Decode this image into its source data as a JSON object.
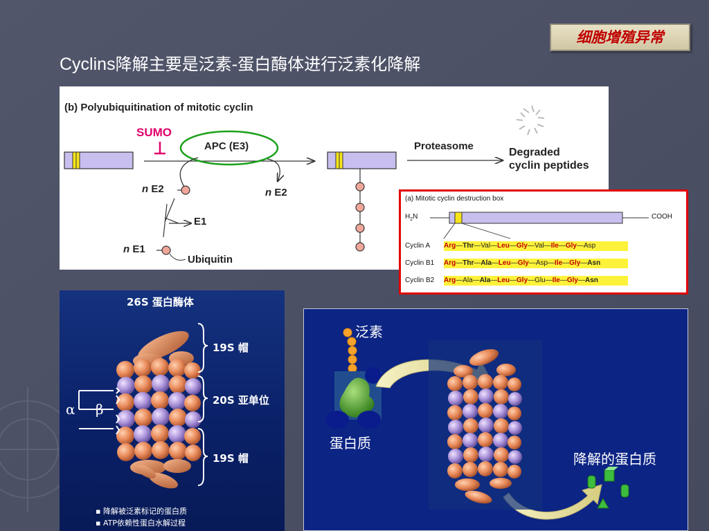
{
  "slide": {
    "corner_tag": "细胞增殖异常",
    "title_en": "Cyclins",
    "title_zh": "降解主要是泛素-蛋白酶体进行泛素化降解"
  },
  "panel_b": {
    "heading": "(b)  Polyubiquitination of mitotic cyclin",
    "sumo": "SUMO",
    "apc": "APC (E3)",
    "proteasome": "Proteasome",
    "degraded_line1": "Degraded",
    "degraded_line2": "cyclin peptides",
    "ne2_left_n": "n",
    "ne2_left": "E2",
    "ne2_right_n": "n",
    "ne2_right": "E2",
    "e1": "E1",
    "ne1_n": "n",
    "ne1": "E1",
    "ubiquitin": "Ubiquitin"
  },
  "panel_a": {
    "heading": "(a)  Mitotic cyclin destruction box",
    "h2n": "H",
    "h2n_sub": "2",
    "h2n_end": "N",
    "cooh": "COOH",
    "rows": [
      {
        "label": "Cyclin A",
        "residues": [
          {
            "t": "Arg",
            "s": "red"
          },
          {
            "t": "Thr",
            "s": "blk"
          },
          {
            "t": "Val",
            "s": "n"
          },
          {
            "t": "Leu",
            "s": "red"
          },
          {
            "t": "Gly",
            "s": "red"
          },
          {
            "t": "Val",
            "s": "n"
          },
          {
            "t": "Ile",
            "s": "red"
          },
          {
            "t": "Gly",
            "s": "red"
          },
          {
            "t": "Asp",
            "s": "n"
          }
        ]
      },
      {
        "label": "Cyclin B1",
        "residues": [
          {
            "t": "Arg",
            "s": "red"
          },
          {
            "t": "Thr",
            "s": "blk"
          },
          {
            "t": "Ala",
            "s": "blk"
          },
          {
            "t": "Leu",
            "s": "red"
          },
          {
            "t": "Gly",
            "s": "red"
          },
          {
            "t": "Asp",
            "s": "n"
          },
          {
            "t": "Ile",
            "s": "red"
          },
          {
            "t": "Gly",
            "s": "red"
          },
          {
            "t": "Asn",
            "s": "blk"
          }
        ]
      },
      {
        "label": "Cyclin B2",
        "residues": [
          {
            "t": "Arg",
            "s": "red"
          },
          {
            "t": "Ala",
            "s": "n"
          },
          {
            "t": "Ala",
            "s": "blk"
          },
          {
            "t": "Leu",
            "s": "red"
          },
          {
            "t": "Gly",
            "s": "red"
          },
          {
            "t": "Glu",
            "s": "n"
          },
          {
            "t": "Ile",
            "s": "red"
          },
          {
            "t": "Gly",
            "s": "red"
          },
          {
            "t": "Asn",
            "s": "blk"
          }
        ]
      }
    ]
  },
  "panel_26s": {
    "title": "26S  蛋白酶体",
    "cap_top": "19S  帽",
    "core": "20S  亚单位",
    "cap_bottom": "19S  帽",
    "alpha": "α",
    "beta": "β",
    "bullets": [
      "降解被泛素标记的蛋白质",
      "ATP依赖性蛋白水解过程"
    ]
  },
  "panel_deg": {
    "ubiquitin": "泛素",
    "protein": "蛋白质",
    "degraded": "降解的蛋白质"
  },
  "colors": {
    "slide_bg": "#4c5166",
    "tag_text": "#c00000",
    "cyclin_bar": "#c9bfee",
    "dbox": "#f7e51a",
    "sumo": "#e0006a",
    "apc_ring": "#1aa01a",
    "ubiquitin_bead": "#f0a79a",
    "callout_border": "#e00000",
    "panel_blue": "#0c2484"
  }
}
